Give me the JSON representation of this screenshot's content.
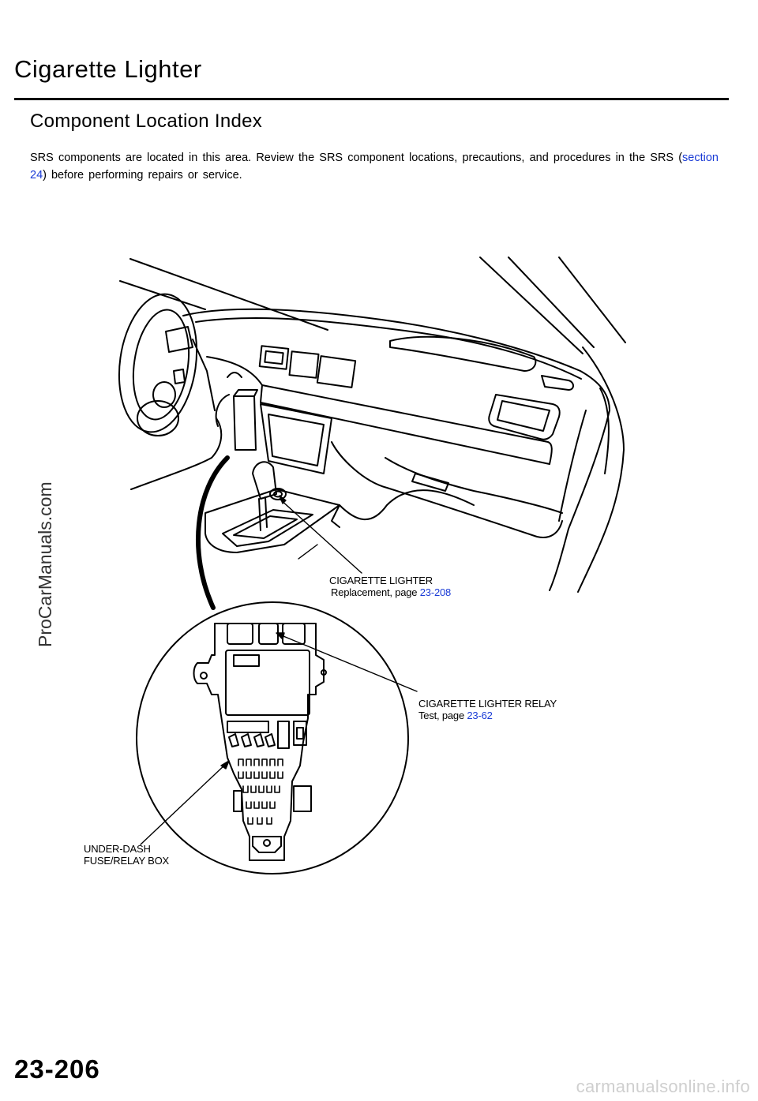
{
  "page": {
    "title": "Cigarette Lighter",
    "section_title": "Component Location Index",
    "intro": {
      "text_before_link": "SRS components are located in this area. Review the SRS component locations, precautions, and procedures in the SRS (",
      "link_text": "section 24",
      "text_after_link": ") before performing repairs or service."
    },
    "page_number": "23-206"
  },
  "callouts": {
    "lighter": {
      "name": "CIGARETTE LIGHTER",
      "ref_prefix": "Replacement, page ",
      "ref_link": "23-208"
    },
    "relay": {
      "name": "CIGARETTE LIGHTER RELAY",
      "ref_prefix": "Test, page ",
      "ref_link": "23-62"
    },
    "fuse_box": {
      "line1": "UNDER-DASH",
      "line2": "FUSE/RELAY BOX"
    }
  },
  "watermarks": {
    "side": "ProCarManuals.com",
    "footer": "carmanualsonline.info"
  },
  "colors": {
    "link": "#1a3bd6",
    "text": "#000000"
  }
}
